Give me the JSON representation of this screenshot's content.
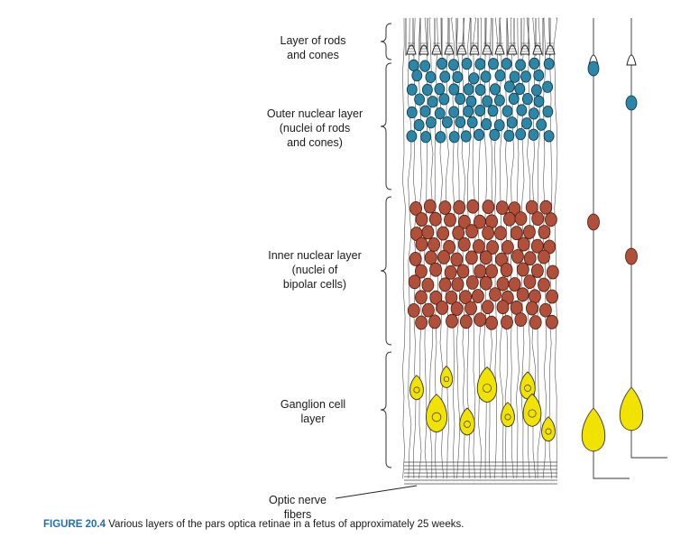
{
  "labels": {
    "rods_cones": "Layer of rods\nand cones",
    "outer_nuclear": "Outer nuclear layer\n(nuclei of rods\nand cones)",
    "inner_nuclear": "Inner nuclear layer\n(nuclei of\nbipolar cells)",
    "ganglion": "Ganglion cell\nlayer",
    "optic_nerve": "Optic nerve\nfibers"
  },
  "caption": {
    "figure": "FIGURE 20.4",
    "text": " Various layers of the pars optica retinae in a fetus of approximately 25 weeks."
  },
  "colors": {
    "outer_nucleus": "#2b86a8",
    "inner_nucleus": "#b0503a",
    "ganglion": "#f2e200",
    "caption_accent": "#1f6fb5"
  }
}
